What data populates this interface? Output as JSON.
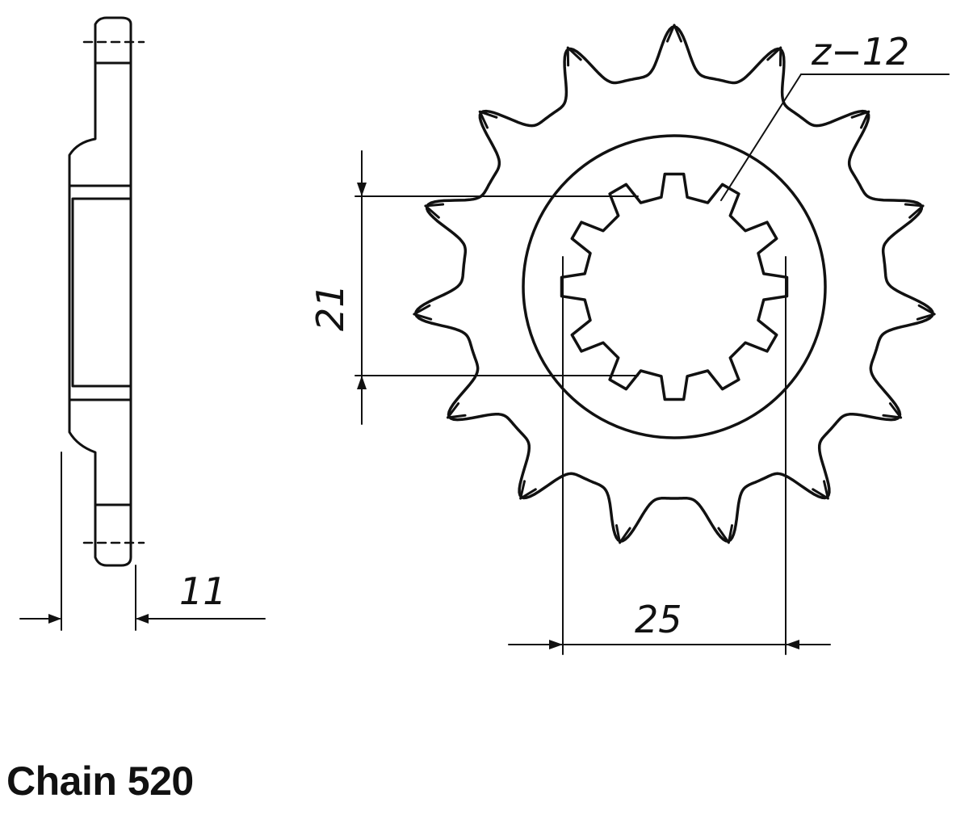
{
  "drawing": {
    "spline_label": "z−12",
    "dim_height": "21",
    "dim_width": "25",
    "dim_thickness": "11",
    "caption": "Chain 520"
  },
  "sprocket": {
    "outer_teeth": 15,
    "spline_teeth": 12
  }
}
